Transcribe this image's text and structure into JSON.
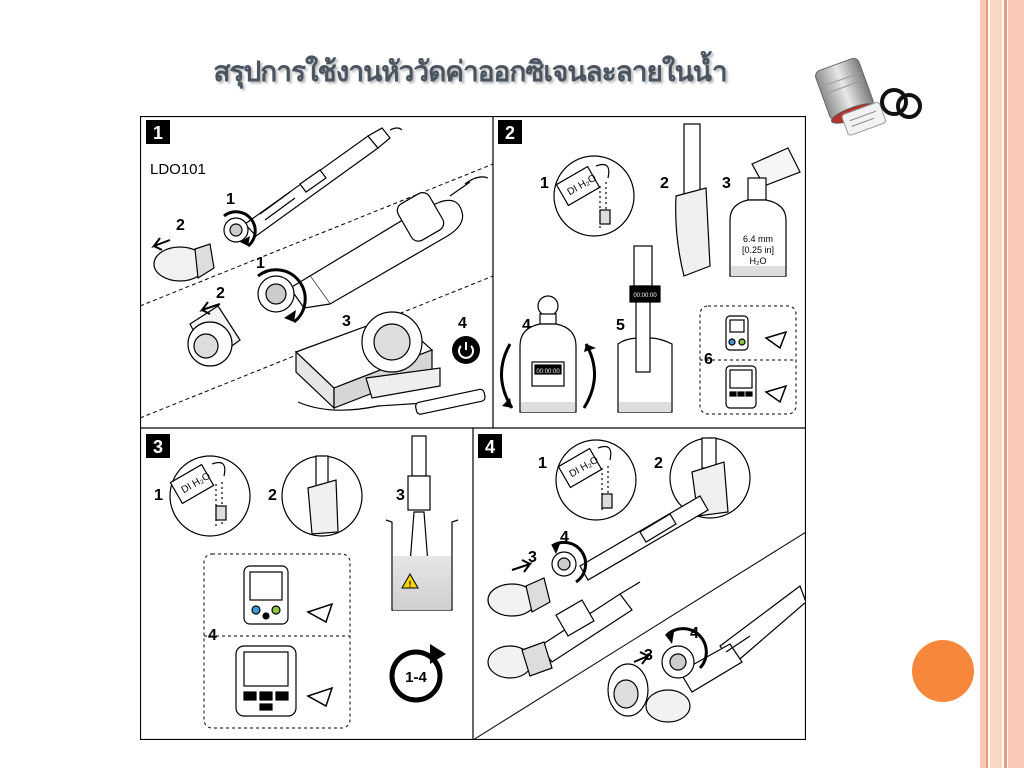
{
  "slide": {
    "title": "สรุปการใช้งานหัววัดค่าออกซิเจนละลายในน้ำ",
    "colors": {
      "accent_orange": "#f7873a",
      "stripe_pink": "#f9c9b6",
      "stripe_dark": "#e99a82",
      "title_gray": "#4a5561"
    }
  },
  "photo": {
    "icon": "sensor-cap-and-o-rings-photo"
  },
  "panels": [
    {
      "number": "1",
      "model": "LDO101",
      "step_labels": [
        "1",
        "2",
        "1",
        "2",
        "3",
        "4"
      ],
      "icons": [
        "probe-icon",
        "sensor-cap-icon",
        "rotate-arrow-icon",
        "meter-icon",
        "power-icon"
      ]
    },
    {
      "number": "2",
      "step_labels": [
        "1",
        "2",
        "3",
        "4",
        "5",
        "6"
      ],
      "di_water": "DI H₂O",
      "bottle_text": [
        "6.4 mm",
        "[0.25 in]",
        "H₂O"
      ],
      "display_value": "00:00:00",
      "icons": [
        "wash-bottle-icon",
        "wipe-icon",
        "bottle-icon",
        "meter-display-icon",
        "eye-icon"
      ]
    },
    {
      "number": "3",
      "step_labels": [
        "1",
        "2",
        "3",
        "4"
      ],
      "di_water": "DI H₂O",
      "repeat_label": "1-4",
      "icons": [
        "wash-bottle-icon",
        "wipe-icon",
        "beaker-icon",
        "warning-icon",
        "eye-icon",
        "repeat-arrow-icon"
      ]
    },
    {
      "number": "4",
      "step_labels": [
        "1",
        "2",
        "3",
        "4",
        "3",
        "4"
      ],
      "di_water": "DI H₂O",
      "icons": [
        "wash-bottle-icon",
        "wipe-icon",
        "probe-icon",
        "sensor-cap-icon",
        "rotate-arrow-icon"
      ]
    }
  ]
}
